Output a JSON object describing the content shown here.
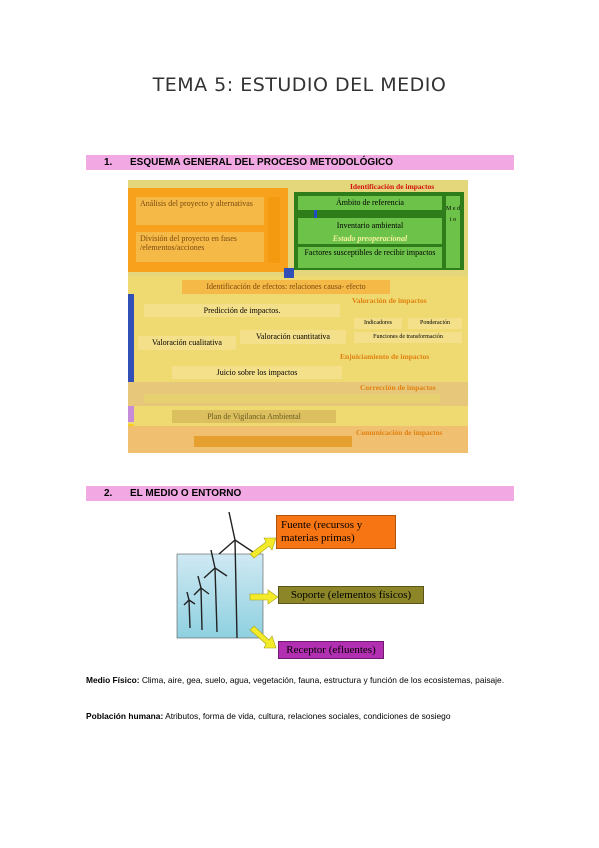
{
  "doc_title": "TEMA 5: ESTUDIO DEL MEDIO",
  "section1": {
    "number": "1.",
    "title": "ESQUEMA GENERAL DEL PROCESO METODOLÓGICO"
  },
  "section2": {
    "number": "2.",
    "title": "EL MEDIO O ENTORNO"
  },
  "diagram": {
    "identificacion": "Identificación de impactos",
    "analisis": "Análisis del proyecto y alternativas",
    "division": "División del proyecto en fases /elementos/acciones",
    "ambito": "Ámbito de referencia",
    "inventario": "Inventario ambiental",
    "estado": "Estado preoperacional",
    "factores": "Factores susceptibles de recibir impactos",
    "side_medio": "M e d i o",
    "relaciones": "Identificación de efectos: relaciones causa- efecto",
    "valoracion_label": "Valoración de impactos",
    "prediccion": "Predicción de impactos.",
    "valoracion_cualitativa": "Valoración cualitativa",
    "valoracion_cuantitativa": "Valoración cuantitativa",
    "indicadores": "Indicadores",
    "ponderacion": "Ponderación",
    "funciones": "Funciones de transformación",
    "enjuiciamiento_label": "Enjuiciamiento de impactos",
    "juicio": "Juicio sobre los impactos",
    "correccion_label": "Corrección de impactos",
    "plan": "Plan de Vigilancia Ambiental",
    "comunicacion_label": "Comunicación de impactos"
  },
  "medio": {
    "fuente": "Fuente (recursos y materias primas)",
    "soporte": "Soporte (elementos físicos)",
    "receptor": "Receptor (efluentes)"
  },
  "paragraphs": {
    "fisico_label": "Medio Físico:",
    "fisico_text": " Clima, aire, gea, suelo, agua, vegetación, fauna, estructura y función de los ecosistemas, paisaje.",
    "poblacion_label": "Población humana:",
    "poblacion_text": " Atributos, forma de vida, cultura, relaciones sociales, condiciones de sosiego"
  },
  "colors": {
    "section_bg": "#f1a8e3",
    "orange": "#f7a11c",
    "green": "#4cad1c",
    "olive": "#7c7c1c",
    "purple": "#b22fb2"
  }
}
